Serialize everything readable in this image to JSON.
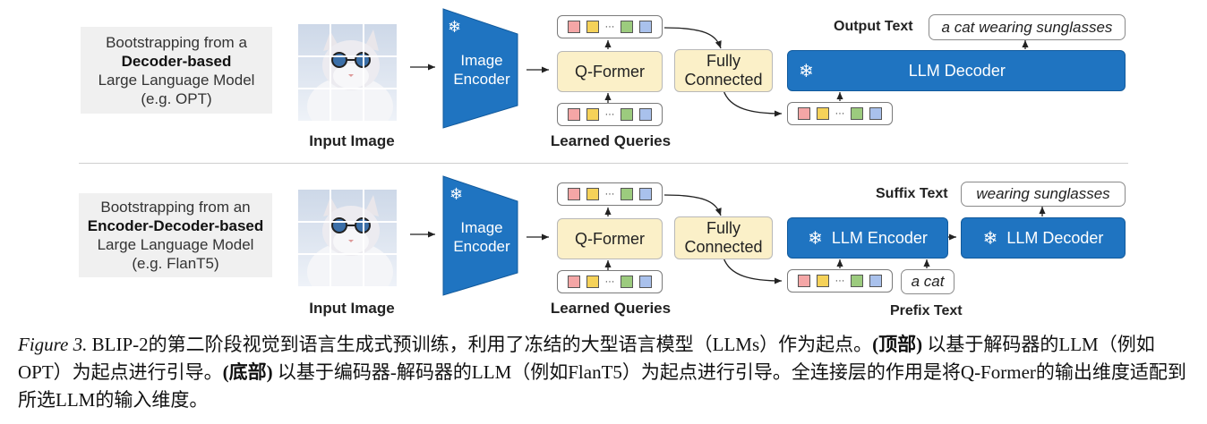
{
  "colors": {
    "llm_blue": "#1f74c1",
    "qformer_yellow": "#fbf0c8",
    "token_colors": [
      "#f4a6a6",
      "#f5d259",
      "#9ccb7e",
      "#a9c1ec"
    ]
  },
  "top": {
    "boot_line1": "Bootstrapping from a",
    "boot_line2": "Decoder-based",
    "boot_line3": "Large Language Model",
    "boot_line4": "(e.g. OPT)",
    "input_image": "Input Image",
    "image_encoder_l1": "Image",
    "image_encoder_l2": "Encoder",
    "qformer": "Q-Former",
    "learned_queries": "Learned Queries",
    "fc_l1": "Fully",
    "fc_l2": "Connected",
    "llm_decoder": "LLM Decoder",
    "output_label": "Output Text",
    "output_text": "a cat wearing sunglasses"
  },
  "bottom": {
    "boot_line1": "Bootstrapping from an",
    "boot_line2": "Encoder-Decoder-based",
    "boot_line3": "Large Language Model",
    "boot_line4": "(e.g. FlanT5)",
    "input_image": "Input Image",
    "image_encoder_l1": "Image",
    "image_encoder_l2": "Encoder",
    "qformer": "Q-Former",
    "learned_queries": "Learned Queries",
    "fc_l1": "Fully",
    "fc_l2": "Connected",
    "llm_encoder": "LLM Encoder",
    "llm_decoder": "LLM Decoder",
    "suffix_label": "Suffix Text",
    "suffix_text": "wearing sunglasses",
    "prefix_label": "Prefix Text",
    "prefix_text": "a cat"
  },
  "caption": {
    "fig": "Figure 3.",
    "part1": " BLIP-2的第二阶段视觉到语言生成式预训练，利用了冻结的大型语言模型（LLMs）作为起点。",
    "top_tag": "(顶部)",
    "part2": " 以基于解码器的LLM（例如OPT）为起点进行引导。",
    "bottom_tag": "(底部)",
    "part3": " 以基于编码器-解码器的LLM（例如FlanT5）为起点进行引导。全连接层的作用是将Q-Former的输出维度适配到所选LLM的输入维度。"
  }
}
